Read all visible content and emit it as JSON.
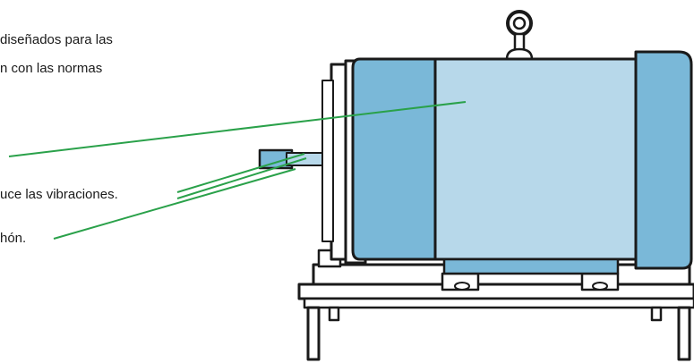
{
  "text_lines": [
    "diseñados para las",
    "n con las normas",
    "uce las vibraciones.",
    "hón."
  ],
  "colors": {
    "motor_blue": "#7ab8d8",
    "motor_light": "#b7d8ea",
    "outline": "#1a1a1a",
    "leader_line": "#2aa14a"
  },
  "figure": {
    "subject": "electric-motor-illustration"
  }
}
